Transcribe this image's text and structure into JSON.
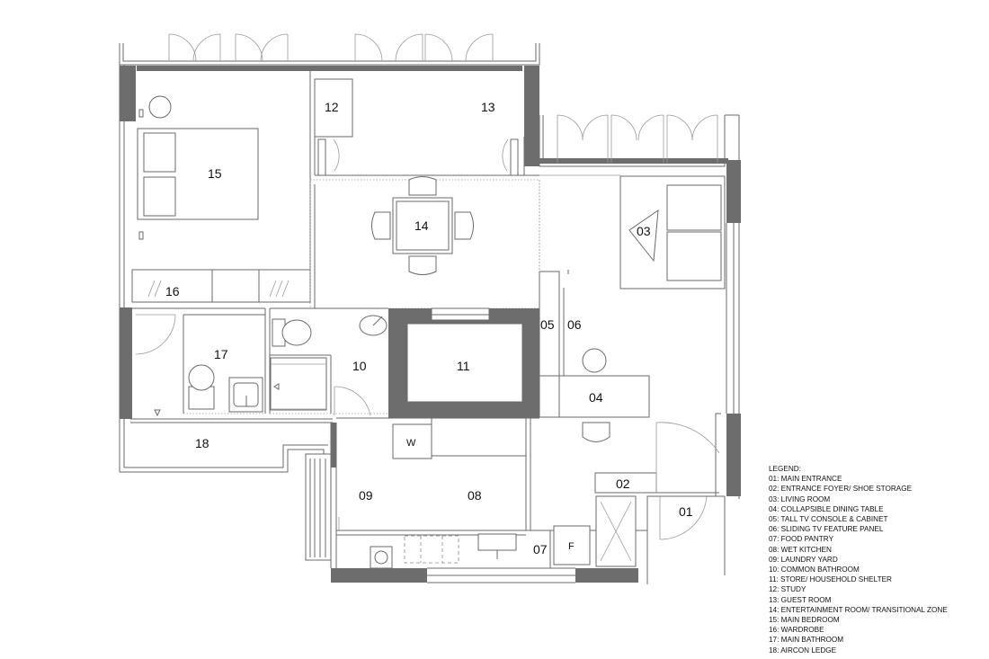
{
  "rooms": {
    "r01": "01",
    "r02": "02",
    "r03": "03",
    "r04": "04",
    "r05": "05",
    "r06": "06",
    "r07": "07",
    "r08": "08",
    "r09": "09",
    "r10": "10",
    "r11": "11",
    "r12": "12",
    "r13": "13",
    "r14": "14",
    "r15": "15",
    "r16": "16",
    "r17": "17",
    "r18": "18"
  },
  "appliances": {
    "washer": "W",
    "fridge": "F"
  },
  "legend": {
    "title": "LEGEND:",
    "items": [
      "01: MAIN ENTRANCE",
      "02: ENTRANCE FOYER/ SHOE STORAGE",
      "03: LIVING ROOM",
      "04: COLLAPSIBLE DINING TABLE",
      "05: TALL TV CONSOLE & CABINET",
      "06: SLIDING TV FEATURE PANEL",
      "07: FOOD PANTRY",
      "08: WET KITCHEN",
      "09: LAUNDRY YARD",
      "10: COMMON BATHROOM",
      "11: STORE/ HOUSEHOLD SHELTER",
      "12: STUDY",
      "13: GUEST ROOM",
      "14: ENTERTAINMENT ROOM/ TRANSITIONAL ZONE",
      "15: MAIN BEDROOM",
      "16: WARDROBE",
      "17: MAIN BATHROOM",
      "18: AIRCON LEDGE"
    ]
  }
}
